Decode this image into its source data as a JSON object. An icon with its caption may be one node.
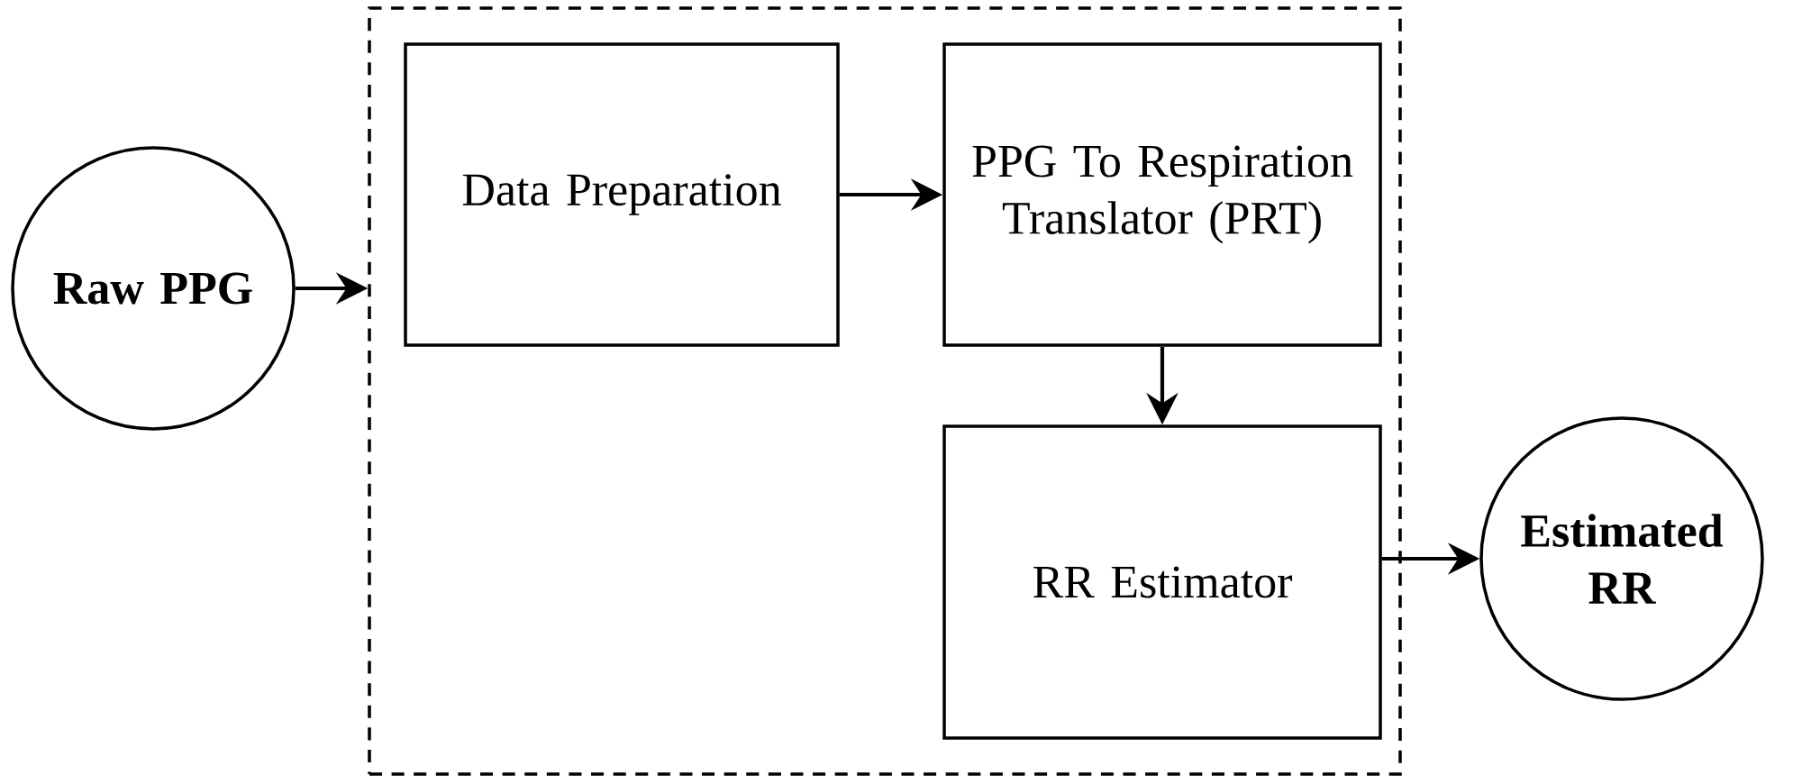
{
  "diagram": {
    "nodes": [
      {
        "text": [
          "Raw PPG"
        ]
      },
      {
        "text": [],
        "shape": "box"
      },
      {
        "text": [
          "Data Preparation"
        ],
        "in": 1
      },
      {
        "text": [
          "PPG To Respiration Translator (PRT)"
        ],
        "in": 1
      },
      {
        "text": [
          "RR Estimator"
        ],
        "in": 1
      },
      {
        "text": [
          "Estimated RR"
        ]
      }
    ],
    "edges": [
      {
        "from": 0,
        "to": 1,
        "arrow": "to"
      },
      {
        "from": 2,
        "to": 3,
        "arrow": "to"
      },
      {
        "from": 3,
        "to": 4,
        "arrow": "to"
      },
      {
        "from": 4,
        "to": 5,
        "arrow": "to"
      }
    ]
  }
}
